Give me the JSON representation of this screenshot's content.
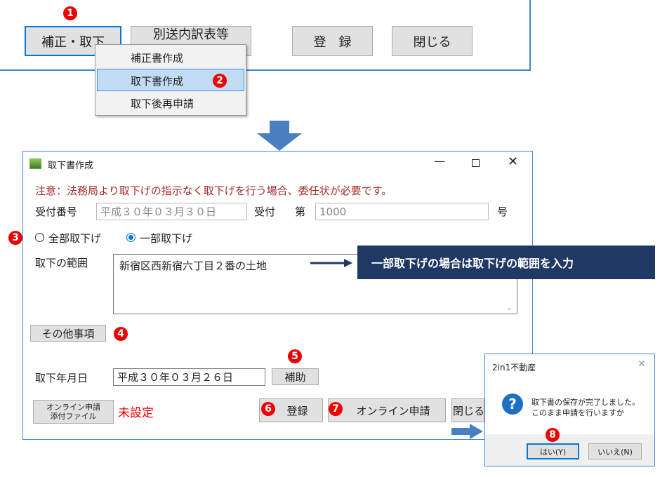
{
  "top": {
    "buttons": [
      "補正・取下",
      "別送内訳表等",
      "登　録",
      "閉じる"
    ],
    "menu": [
      "補正書作成",
      "取下書作成",
      "取下後再申請"
    ]
  },
  "badges": [
    "1",
    "2",
    "3",
    "4",
    "5",
    "6",
    "7",
    "8"
  ],
  "dialog": {
    "title": "取下書作成",
    "notice": "注意：法務局より取下げの指示なく取下げを行う場合、委任状が必要です。",
    "receipt_label": "受付番号",
    "receipt_date": "平成３０年０３月３０日",
    "receipt_word": "受付",
    "dai": "第",
    "receipt_no": "1000",
    "go": "号",
    "radio_all": "全部取下げ",
    "radio_part": "一部取下げ",
    "range_label": "取下の範囲",
    "range_value": "新宿区西新宿六丁目２番の土地",
    "other_button": "その他事項",
    "date_label": "取下年月日",
    "date_value": "平成３０年０３月２６日",
    "assist_button": "補助",
    "attach_button_l1": "オンライン申請",
    "attach_button_l2": "添付ファイル",
    "attach_status": "未設定",
    "register_button": "登録",
    "online_button": "オンライン申請",
    "close_button": "閉じる"
  },
  "callout": "一部取下げの場合は取下げの範囲を入力",
  "msgbox": {
    "title": "2in1不動産",
    "line1": "取下書の保存が完了しました。",
    "line2": "このまま申請を行いますか",
    "yes": "はい(Y)",
    "no": "いいえ(N)"
  },
  "colors": {
    "accent": "#0078d7",
    "badge": "#e00000",
    "callout": "#1f3864",
    "arrow": "#4a7fc1"
  }
}
